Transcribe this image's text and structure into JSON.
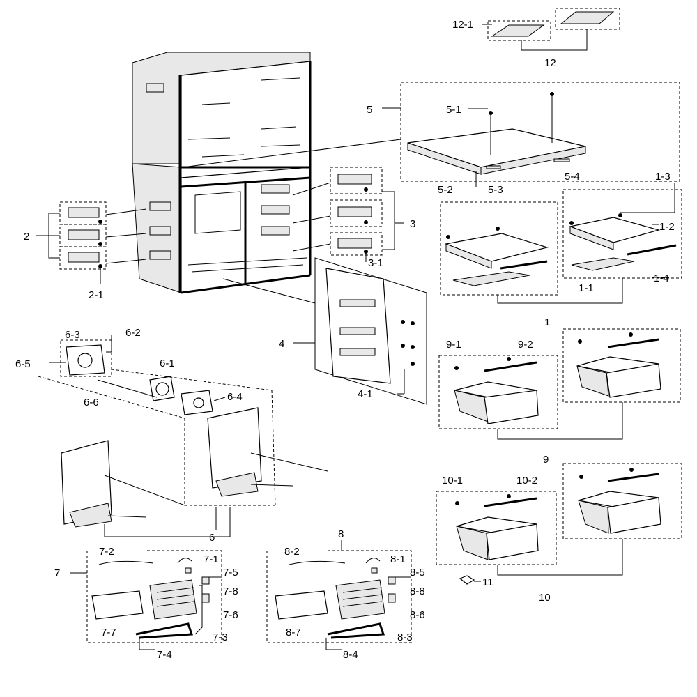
{
  "labels": {
    "l12_1": "12-1",
    "l12": "12",
    "l5": "5",
    "l5_1": "5-1",
    "l5_2": "5-2",
    "l5_3": "5-3",
    "l5_4": "5-4",
    "l1_3": "1-3",
    "l1_2": "1-2",
    "l1_4": "1-4",
    "l1_1": "1-1",
    "l1": "1",
    "l2": "2",
    "l2_1": "2-1",
    "l3": "3",
    "l3_1": "3-1",
    "l4": "4",
    "l4_1": "4-1",
    "l6_3": "6-3",
    "l6_2": "6-2",
    "l6_1": "6-1",
    "l6_5": "6-5",
    "l6_4": "6-4",
    "l6_6": "6-6",
    "l6": "6",
    "l9_1": "9-1",
    "l9_2": "9-2",
    "l9": "9",
    "l10_1": "10-1",
    "l10_2": "10-2",
    "l10": "10",
    "l11": "11",
    "l7": "7",
    "l7_1": "7-1",
    "l7_2": "7-2",
    "l7_3": "7-3",
    "l7_4": "7-4",
    "l7_5": "7-5",
    "l7_6": "7-6",
    "l7_7": "7-7",
    "l7_8": "7-8",
    "l8": "8",
    "l8_1": "8-1",
    "l8_2": "8-2",
    "l8_3": "8-3",
    "l8_4": "8-4",
    "l8_5": "8-5",
    "l8_6": "8-6",
    "l8_7": "8-7",
    "l8_8": "8-8"
  }
}
